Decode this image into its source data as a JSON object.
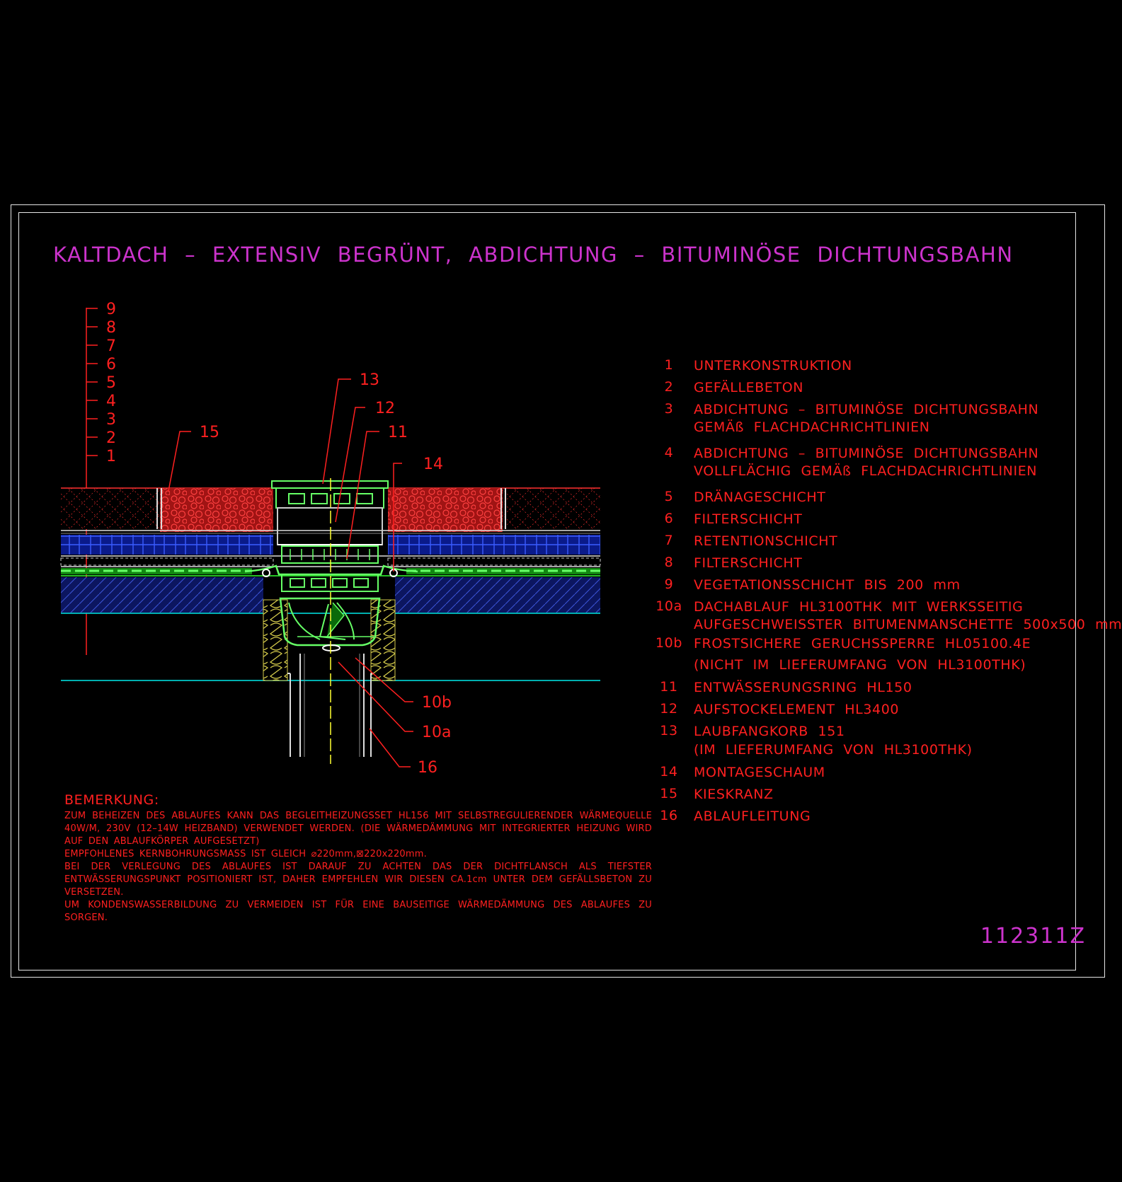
{
  "title": "KALTDACH – EXTENSIV BEGRÜNT, ABDICHTUNG – BITUMINÖSE DICHTUNGSBAHN",
  "drawing_code": "112311Z",
  "layer_scale": [
    "9",
    "8",
    "7",
    "6",
    "5",
    "4",
    "3",
    "2",
    "1"
  ],
  "callouts": {
    "c13": "13",
    "c12": "12",
    "c11": "11",
    "c14": "14",
    "c15": "15",
    "c10b": "10b",
    "c10a": "10a",
    "c16": "16"
  },
  "legend": [
    {
      "num": "1",
      "text": [
        "UNTERKONSTRUKTION"
      ]
    },
    {
      "num": "2",
      "text": [
        "GEFÄLLEBETON"
      ]
    },
    {
      "num": "3",
      "text": [
        "ABDICHTUNG – BITUMINÖSE DICHTUNGSBAHN",
        "GEMÄß FLACHDACHRICHTLINIEN"
      ]
    },
    {
      "num": "4",
      "text": [
        "ABDICHTUNG – BITUMINÖSE DICHTUNGSBAHN",
        "VOLLFLÄCHIG GEMÄß FLACHDACHRICHTLINIEN"
      ]
    },
    {
      "num": "5",
      "text": [
        "DRÄNAGESCHICHT"
      ]
    },
    {
      "num": "6",
      "text": [
        "FILTERSCHICHT"
      ]
    },
    {
      "num": "7",
      "text": [
        "RETENTIONSCHICHT"
      ]
    },
    {
      "num": "8",
      "text": [
        "FILTERSCHICHT"
      ]
    },
    {
      "num": "9",
      "text": [
        "VEGETATIONSSCHICHT BIS 200 mm"
      ]
    },
    {
      "num": "10a",
      "text": [
        "DACHABLAUF HL3100THK MIT WERKSSEITIG",
        "AUFGESCHWEISSTER BITUMENMANSCHETTE 500x500 mm"
      ]
    },
    {
      "num": "10b",
      "text": [
        "FROSTSICHERE GERUCHSSPERRE HL05100.4E",
        "(NICHT IM LIEFERUMFANG VON HL3100THK)"
      ]
    },
    {
      "num": "11",
      "text": [
        "ENTWÄSSERUNGSRING HL150"
      ]
    },
    {
      "num": "12",
      "text": [
        "AUFSTOCKELEMENT HL3400"
      ]
    },
    {
      "num": "13",
      "text": [
        "LAUBFANGKORB 151",
        "(IM LIEFERUMFANG VON HL3100THK)"
      ]
    },
    {
      "num": "14",
      "text": [
        "MONTAGESCHAUM"
      ]
    },
    {
      "num": "15",
      "text": [
        "KIESKRANZ"
      ]
    },
    {
      "num": "16",
      "text": [
        "ABLAUFLEITUNG"
      ]
    }
  ],
  "remark": {
    "heading": "BEMERKUNG:",
    "paragraphs": [
      "ZUM BEHEIZEN DES ABLAUFES KANN DAS BEGLEITHEIZUNGSSET HL156 MIT SELBSTREGULIERENDER WÄRMEQUELLE 40W/M, 230V (12–14W HEIZBAND) VERWENDET WERDEN. (DIE WÄRMEDÄMMUNG MIT INTEGRIERTER HEIZUNG WIRD AUF DEN ABLAUFKÖRPER AUFGESETZT)",
      "EMPFOHLENES KERNBOHRUNGSMASS IST GLEICH ⌀220mm,⊠220x220mm.",
      "BEI DER VERLEGUNG DES ABLAUFES IST DARAUF ZU ACHTEN DAS DER DICHTFLANSCH ALS TIEFSTER ENTWÄSSERUNGSPUNKT POSITIONIERT IST, DAHER EMPFEHLEN WIR DIESEN CA.1cm UNTER DEM GEFÄLLSBETON ZU VERSETZEN.",
      "UM KONDENSWASSERBILDUNG ZU VERMEIDEN IST FÜR EINE BAUSEITIGE WÄRMEDÄMMUNG DES ABLAUFES ZU SORGEN."
    ]
  },
  "colors": {
    "title": "#cc33cc",
    "text": "#ff2020",
    "frame": "#e6e6e6",
    "gravel": "#c81e1e",
    "retention": "#1e3cff",
    "membrane": "#33ff33",
    "concrete": "#2a3fae",
    "slab_line": "#00c8c8",
    "drain": "#66ff66",
    "axis": "#ffff33",
    "insulation": "#d2c84a"
  }
}
